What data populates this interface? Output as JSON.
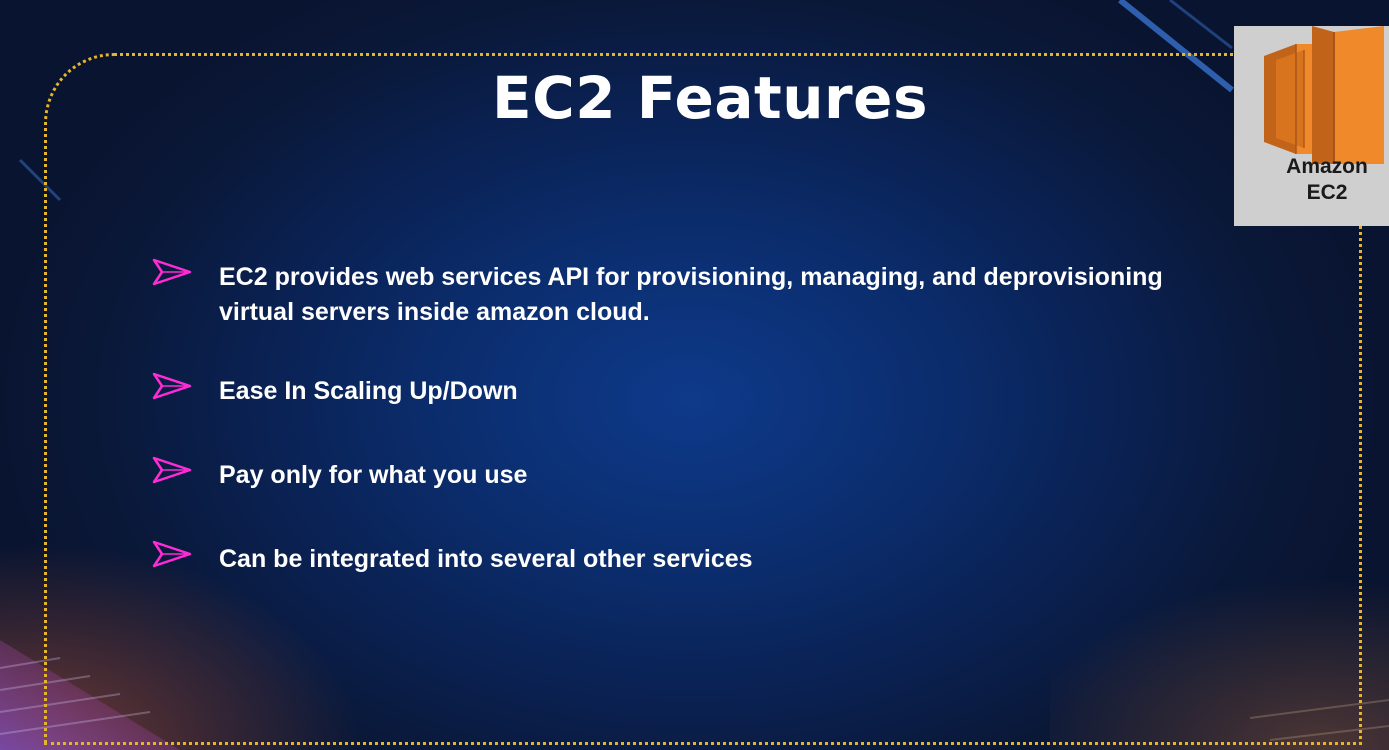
{
  "slide": {
    "title": "EC2 Features",
    "logo": {
      "line1": "Amazon",
      "line2": "EC2",
      "colors": {
        "orange": "#f0892a",
        "orange_dark": "#c2631a",
        "background": "#cfcfcf"
      }
    },
    "bullets": [
      {
        "text": "EC2 provides web services API for provisioning, managing, and deprovisioning virtual servers inside amazon cloud."
      },
      {
        "text": "Ease In Scaling Up/Down"
      },
      {
        "text": "Pay only for what you use"
      },
      {
        "text": "Can be integrated into several other services"
      }
    ],
    "bullet_icon": "arrowhead-bullet-icon",
    "colors": {
      "background": "#0b2d6e",
      "frame": "#e6b52e",
      "bullet": "#ff2bd6",
      "text": "#ffffff"
    }
  }
}
